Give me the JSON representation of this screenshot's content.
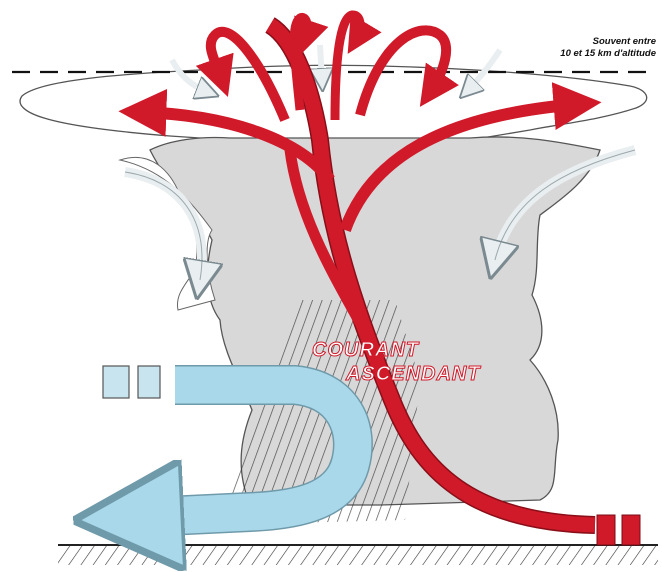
{
  "labels": {
    "tropopause_line1": "Souvent entre",
    "tropopause_line2": "10 et 15 km d'altitude",
    "updraft_line1": "COURANT",
    "updraft_line2": "ASCENDANT"
  },
  "colors": {
    "updraft_red": "#d01a2a",
    "downdraft_blue": "#a9d8ea",
    "cloud_grey": "#d8d8d8",
    "outline": "#555555",
    "ground_hatch": "#333333"
  }
}
